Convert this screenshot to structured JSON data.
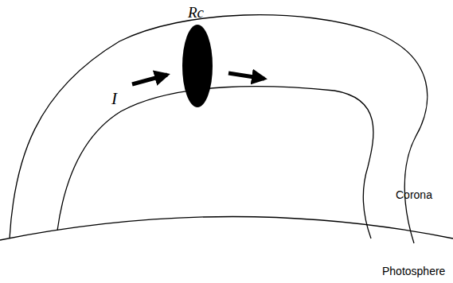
{
  "diagram": {
    "labels": [
      "Rc",
      "I",
      "Corona",
      "Photosphere"
    ]
  }
}
